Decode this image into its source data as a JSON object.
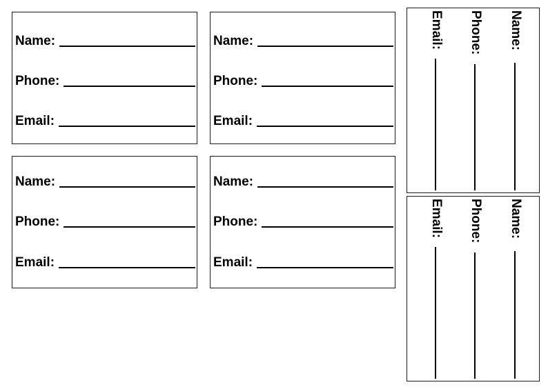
{
  "fields": {
    "name_label": "Name:",
    "phone_label": "Phone:",
    "email_label": "Email:"
  }
}
